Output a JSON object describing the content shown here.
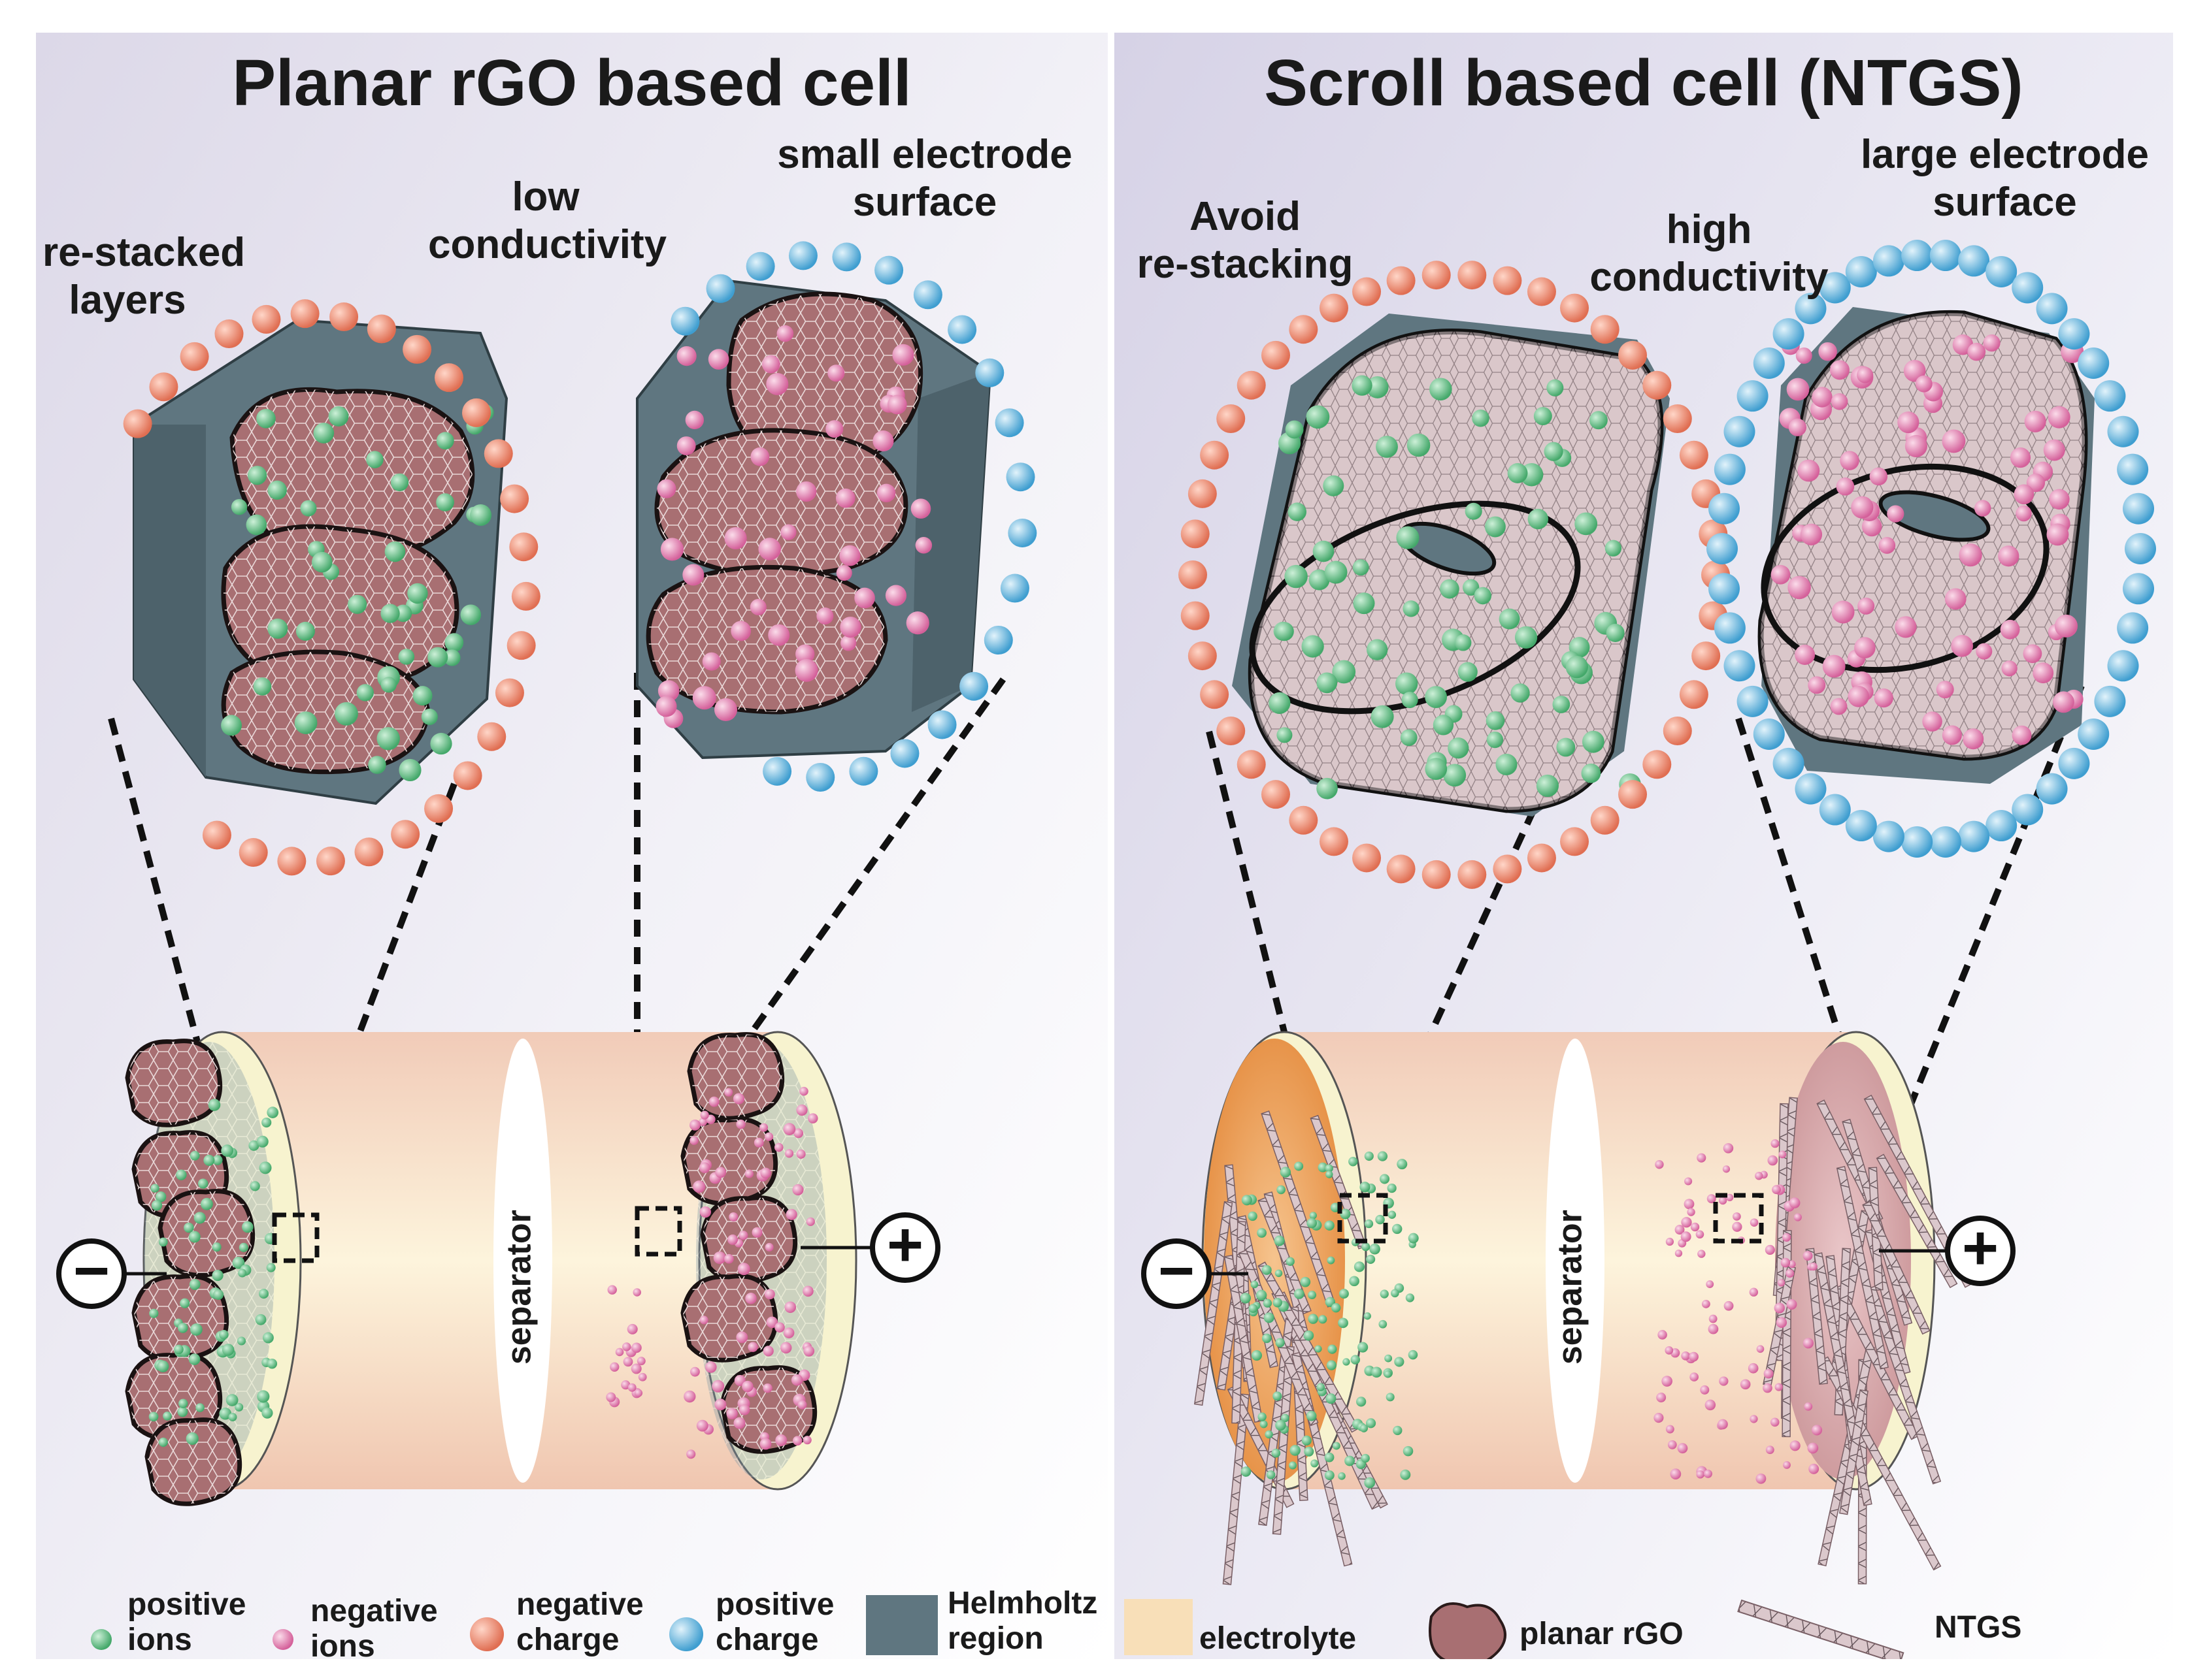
{
  "left_panel": {
    "title": "Planar rGO based cell",
    "labels": {
      "restacked": "re-stacked\nlayers",
      "low_cond": "low\nconductivity",
      "small_surface": "small electrode\nsurface",
      "separator": "separator"
    }
  },
  "right_panel": {
    "title": "Scroll based cell (NTGS)",
    "labels": {
      "avoid": "Avoid\nre-stacking",
      "high_cond": "high\nconductivity",
      "large_surface": "large electrode\nsurface",
      "separator": "separator"
    }
  },
  "terminals": {
    "negative": "−",
    "positive": "+"
  },
  "legend": {
    "positive_ions": "positive\nions",
    "negative_ions": "negative\nions",
    "negative_charge": "negative\ncharge",
    "positive_charge": "positive\ncharge",
    "helmholtz": "Helmholtz\nregion",
    "electrolyte": "electrolyte",
    "planar_rgo": "planar rGO",
    "ntgs": "NTGS"
  },
  "colors": {
    "positive_ion": "#6cc38a",
    "negative_ion": "#e58ab8",
    "negative_charge": "#ee8d72",
    "positive_charge": "#74bfe6",
    "helmholtz": "#5f7680",
    "rgo": "#a86f72",
    "electrolyte": "#f8dfb8"
  }
}
